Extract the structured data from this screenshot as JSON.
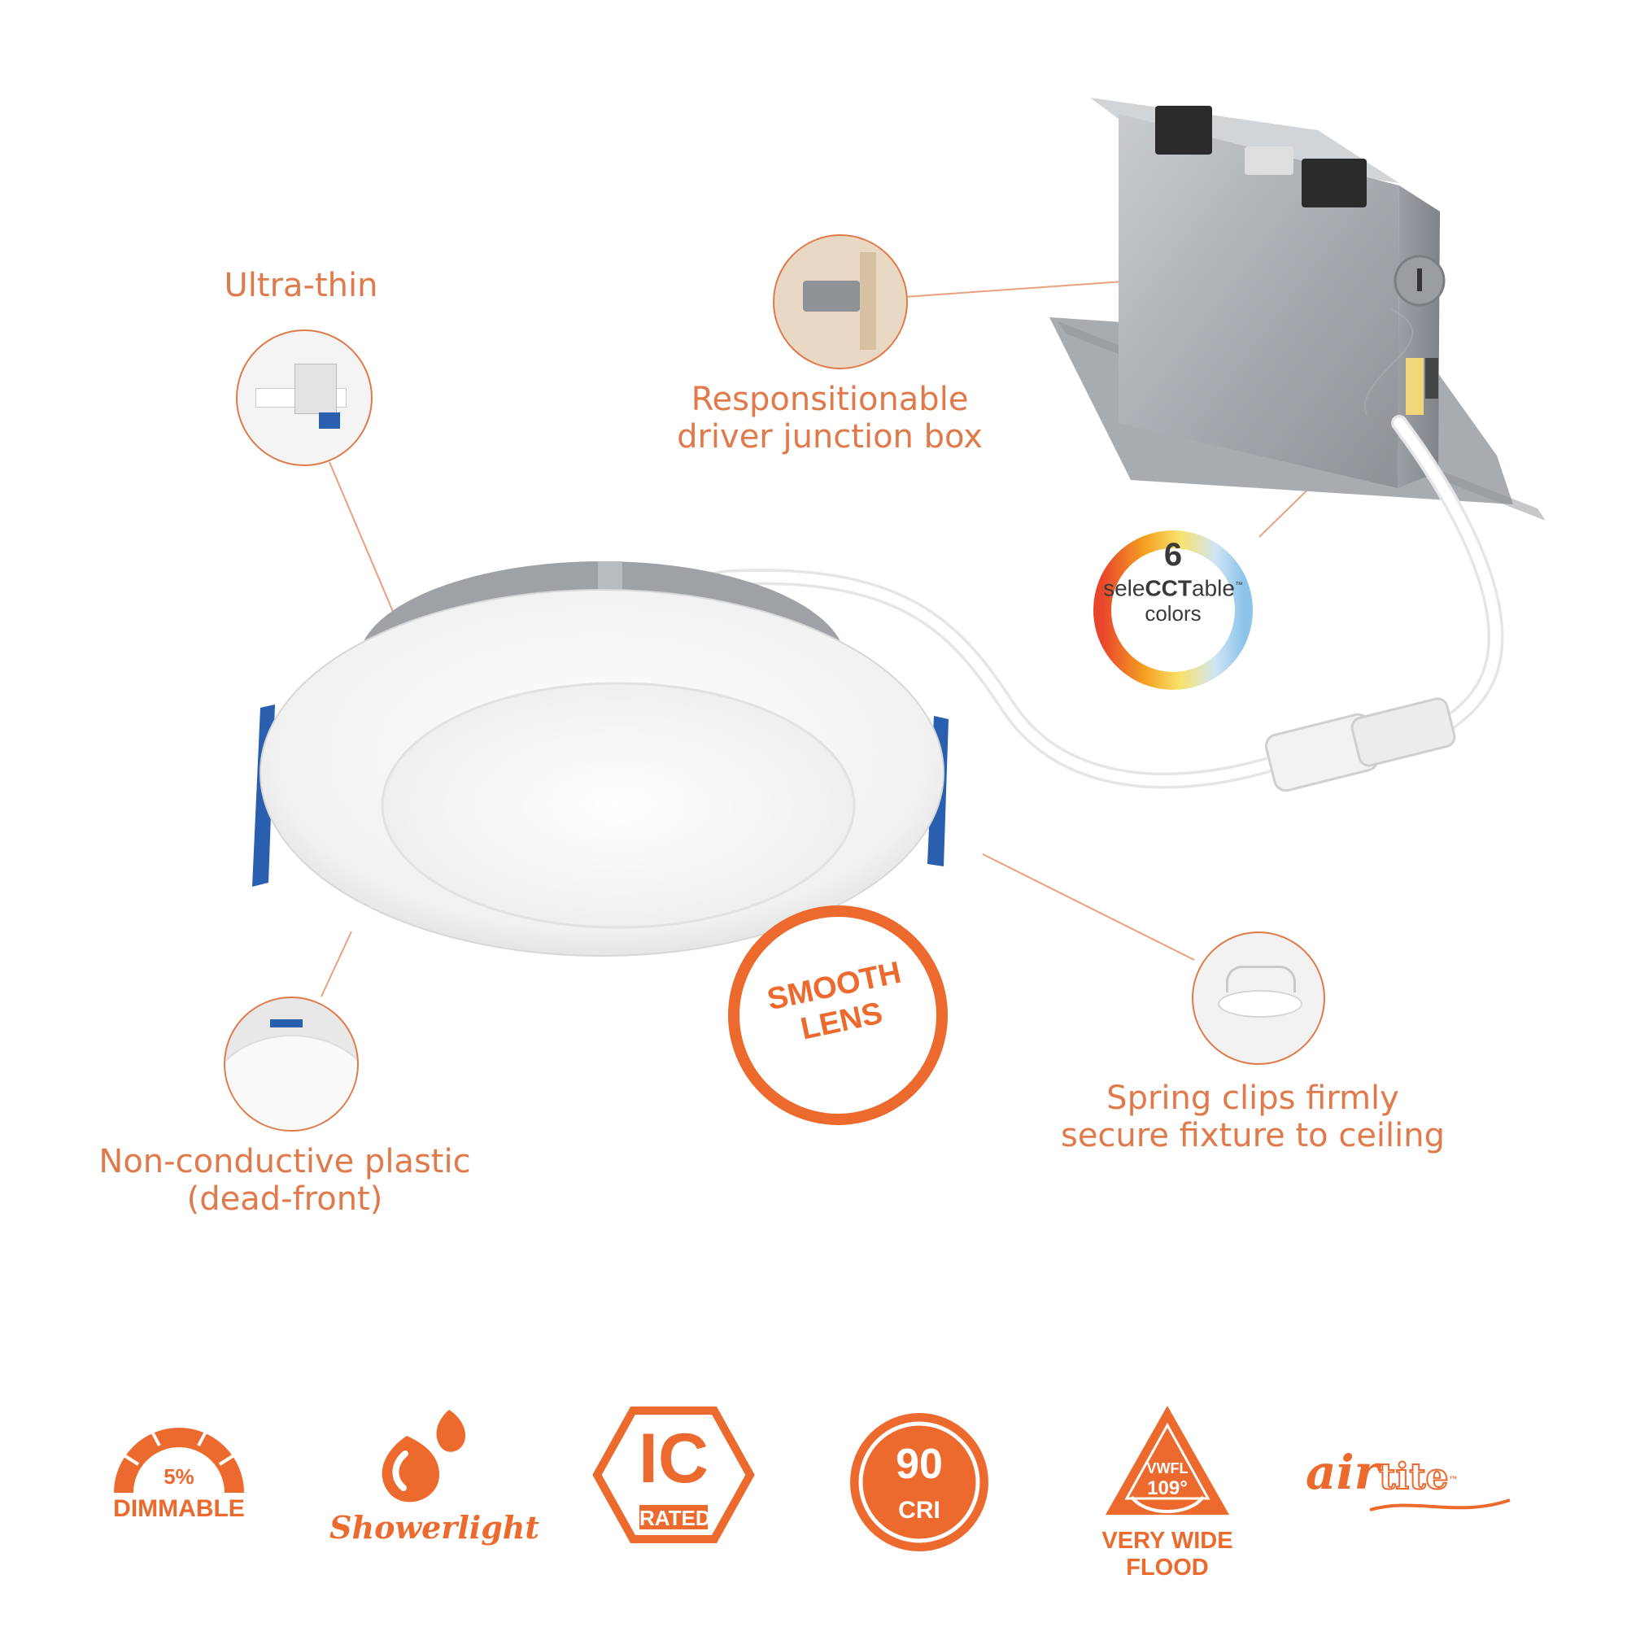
{
  "callouts": {
    "ultra_thin": "Ultra-thin",
    "junction_box": [
      "Responsitionable",
      "driver junction box"
    ],
    "non_conductive": [
      "Non-conductive plastic",
      "(dead-front)"
    ],
    "spring_clips": [
      "Spring clips firmly",
      "secure fixture to ceiling"
    ]
  },
  "selectable_badge": {
    "number": "6",
    "brand_pre": "sele",
    "brand_cct": "CCT",
    "brand_post": "able",
    "tm": "™",
    "sub": "colors"
  },
  "smooth_lens_badge": {
    "line1": "SMOOTH",
    "line2": "LENS"
  },
  "features": {
    "dimmable": {
      "value": "5%",
      "label": "DIMMABLE"
    },
    "showerlight": {
      "label": "Showerlight"
    },
    "ic_rated": {
      "big": "IC",
      "small": "RATED"
    },
    "cri": {
      "value": "90",
      "label": "CRI"
    },
    "flood": {
      "code": "VWFL",
      "angle": "109°",
      "label": "VERY WIDE FLOOD"
    },
    "airtite": {
      "part1": "air",
      "part2": "tite",
      "tm": "™"
    }
  },
  "colors": {
    "accent": "#ec6a2e",
    "label": "#e07a4a"
  }
}
